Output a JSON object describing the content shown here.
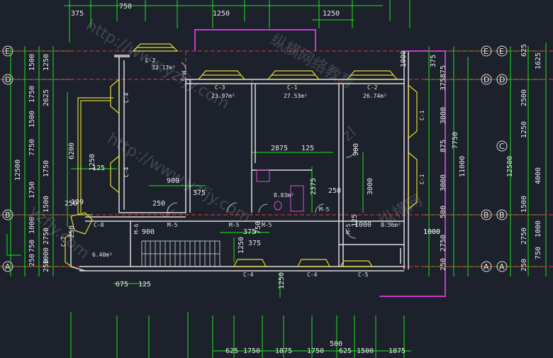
{
  "top_dims": [
    "375",
    "750",
    "1250",
    "1250"
  ],
  "bottom_dims": [
    "625",
    "1750",
    "1875",
    "1750",
    "500",
    "625",
    "1500",
    "1875"
  ],
  "left_outer": [
    "12500"
  ],
  "left_mid": [
    "7750",
    "2625",
    "1750",
    "1500",
    "2750"
  ],
  "left_inner": [
    "1500",
    "1250",
    "1500",
    "1750",
    "6200",
    "1750",
    "1250",
    "1000",
    "750",
    "1000",
    "250",
    "250",
    "250"
  ],
  "right_dims": [
    "1000",
    "375",
    "875",
    "375",
    "3000",
    "875",
    "3000",
    "500",
    "2750",
    "250",
    "11000",
    "7750",
    "1000"
  ],
  "far_right": [
    "625",
    "1625",
    "2500",
    "1250",
    "4000",
    "1500",
    "2750",
    "1000",
    "750",
    "250",
    "12500"
  ],
  "axis_labels": {
    "E": "E",
    "D": "D",
    "C": "C",
    "B": "B",
    "A": "A"
  },
  "windows": [
    "C-2",
    "C-3",
    "C-1",
    "C-2",
    "C-4",
    "C-4",
    "C-1",
    "C-1",
    "C-8",
    "C-4",
    "C-4",
    "C-5",
    "C-7"
  ],
  "doors": [
    "M-5",
    "M-5",
    "M-5",
    "M-5",
    "M-6",
    "M-5",
    "M-5"
  ],
  "rooms": {
    "r1": "32.17m²",
    "r2": "23.97m²",
    "r3": "27.53m²",
    "r4": "26.74m²",
    "r5": "8.83m²",
    "r6": "8.36m²",
    "r7": "6.40m²"
  },
  "inner_dims": [
    "2875",
    "125",
    "900",
    "2375",
    "250",
    "3000",
    "900",
    "375",
    "250",
    "900",
    "375",
    "750",
    "125",
    "1250",
    "375",
    "125",
    "675",
    "125",
    "1250",
    "1000",
    "1000",
    "250",
    "199",
    "199"
  ],
  "watermarks": [
    "http://www.yzfjy.com",
    "纵横网络教育",
    "http://www.yzfjy.com",
    "zl",
    "yzfjy.com",
    "y",
    "纵横网"
  ]
}
